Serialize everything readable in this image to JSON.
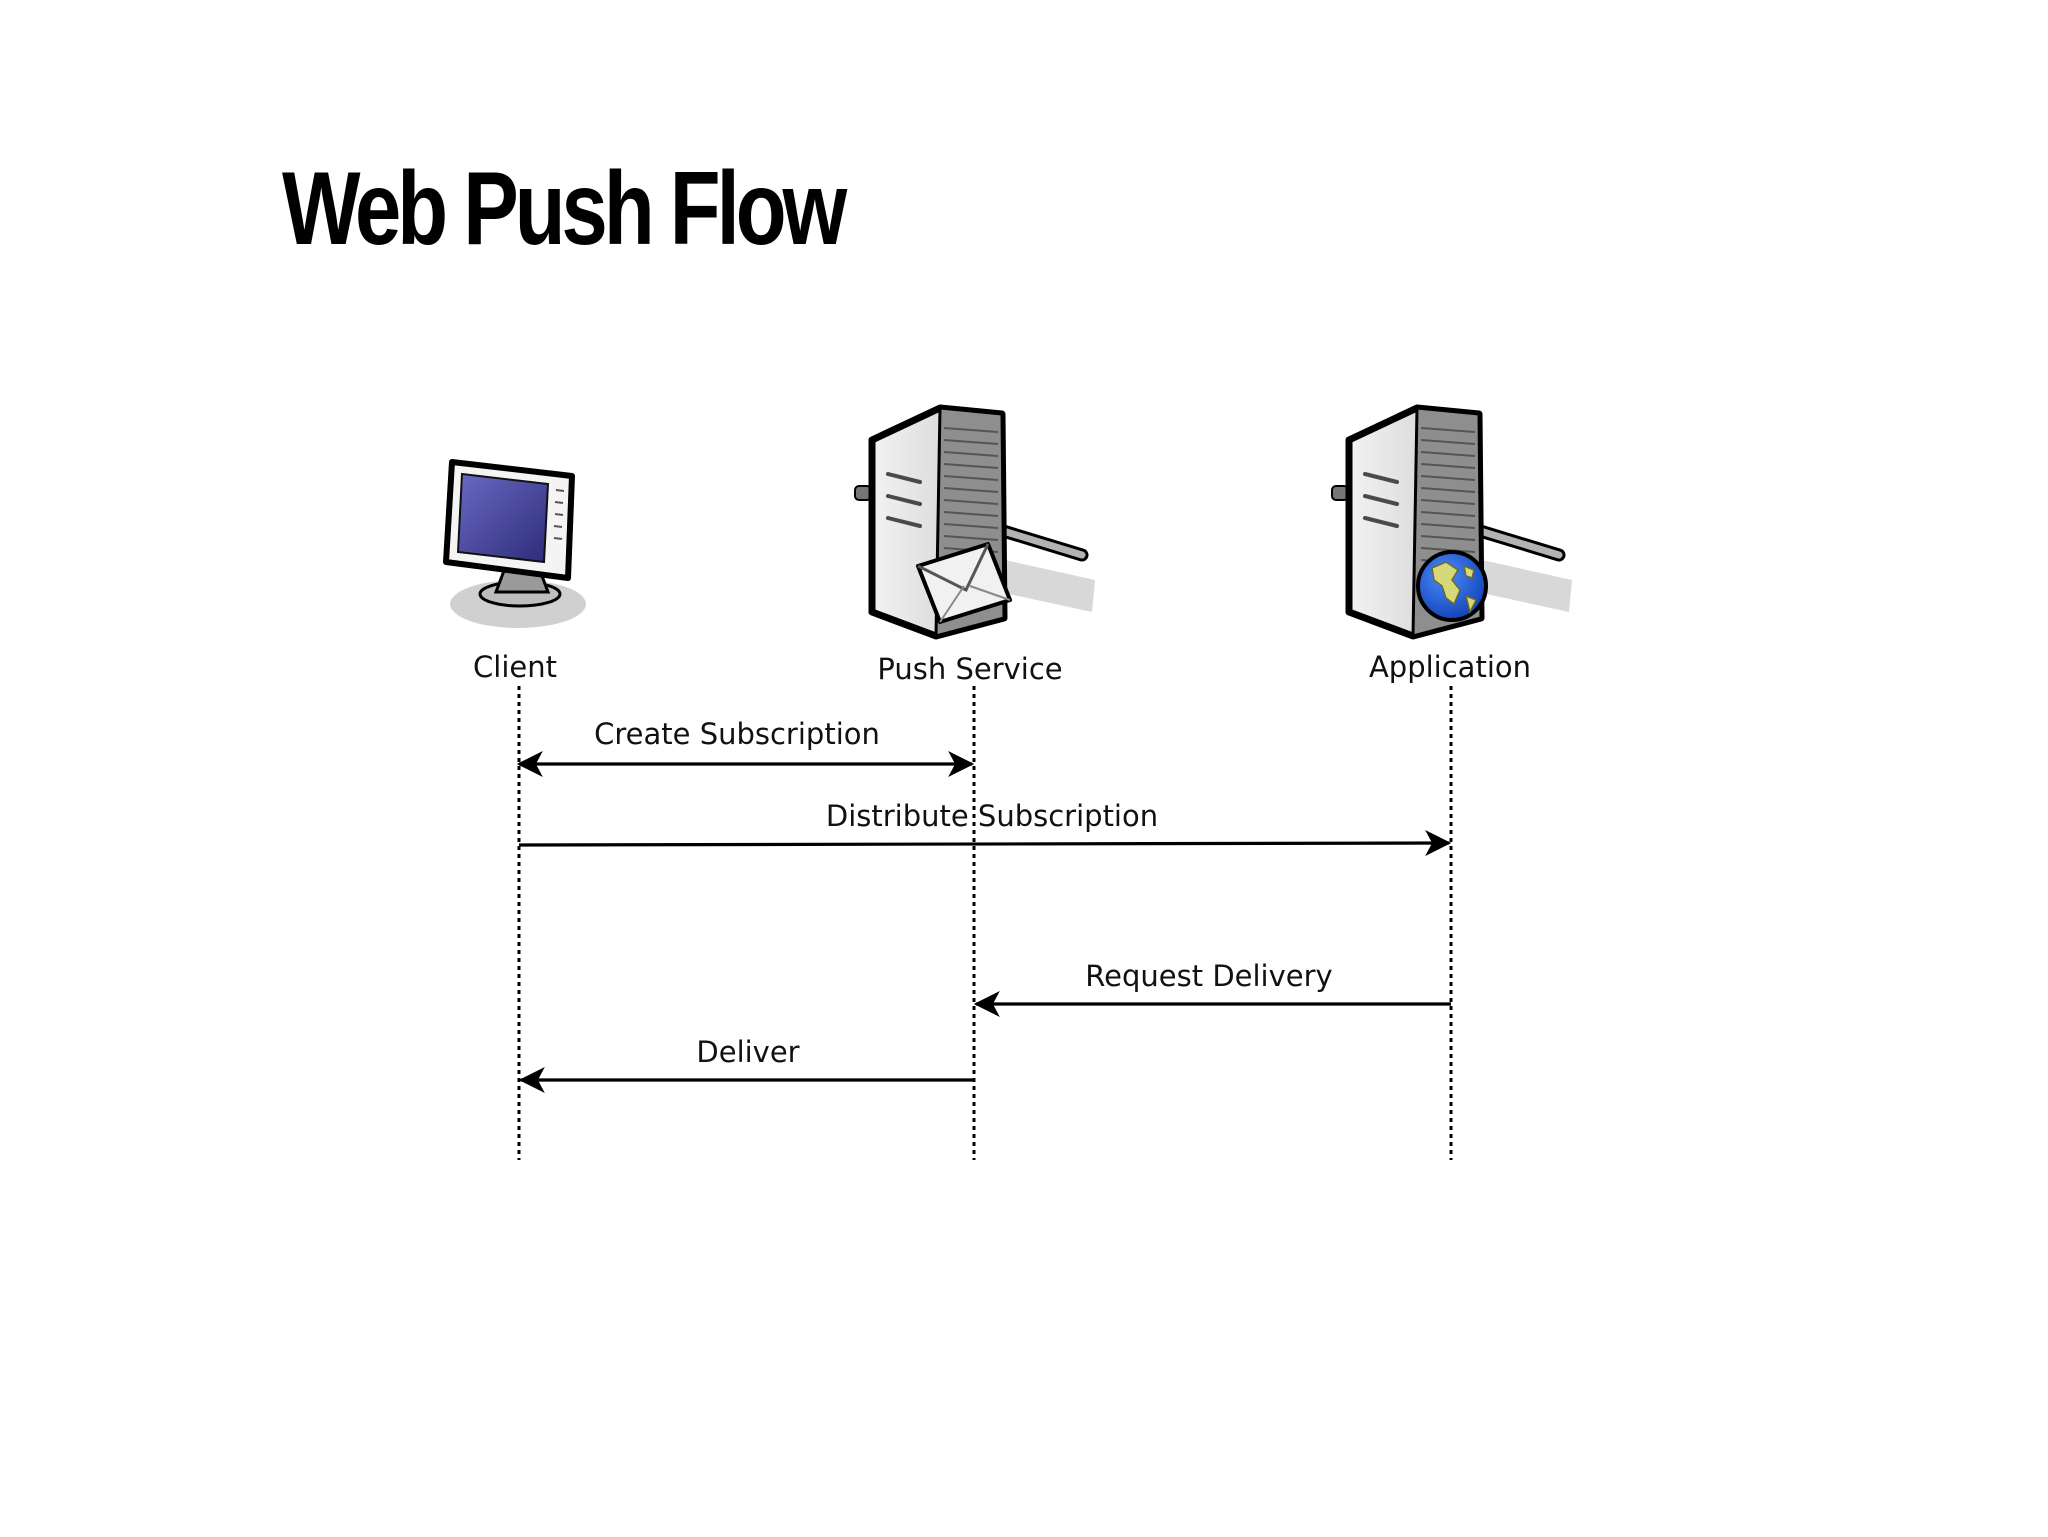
{
  "title": "Web Push Flow",
  "participants": [
    {
      "label": "Client",
      "icon": "monitor-icon"
    },
    {
      "label": "Push Service",
      "icon": "mail-server-icon"
    },
    {
      "label": "Application",
      "icon": "web-server-icon"
    }
  ],
  "messages": [
    {
      "label": "Create Subscription",
      "from": "Client",
      "to": "Push Service",
      "bidirectional": true
    },
    {
      "label": "Distribute Subscription",
      "from": "Client",
      "to": "Application",
      "bidirectional": false
    },
    {
      "label": "Request Delivery",
      "from": "Application",
      "to": "Push Service",
      "bidirectional": false
    },
    {
      "label": "Deliver",
      "from": "Push Service",
      "to": "Client",
      "bidirectional": false
    }
  ],
  "colors": {
    "screen": "#3b3a8a",
    "server_body": "#d9d9d9",
    "globe_ocean": "#1f5ad6",
    "globe_land": "#d7d87a"
  }
}
